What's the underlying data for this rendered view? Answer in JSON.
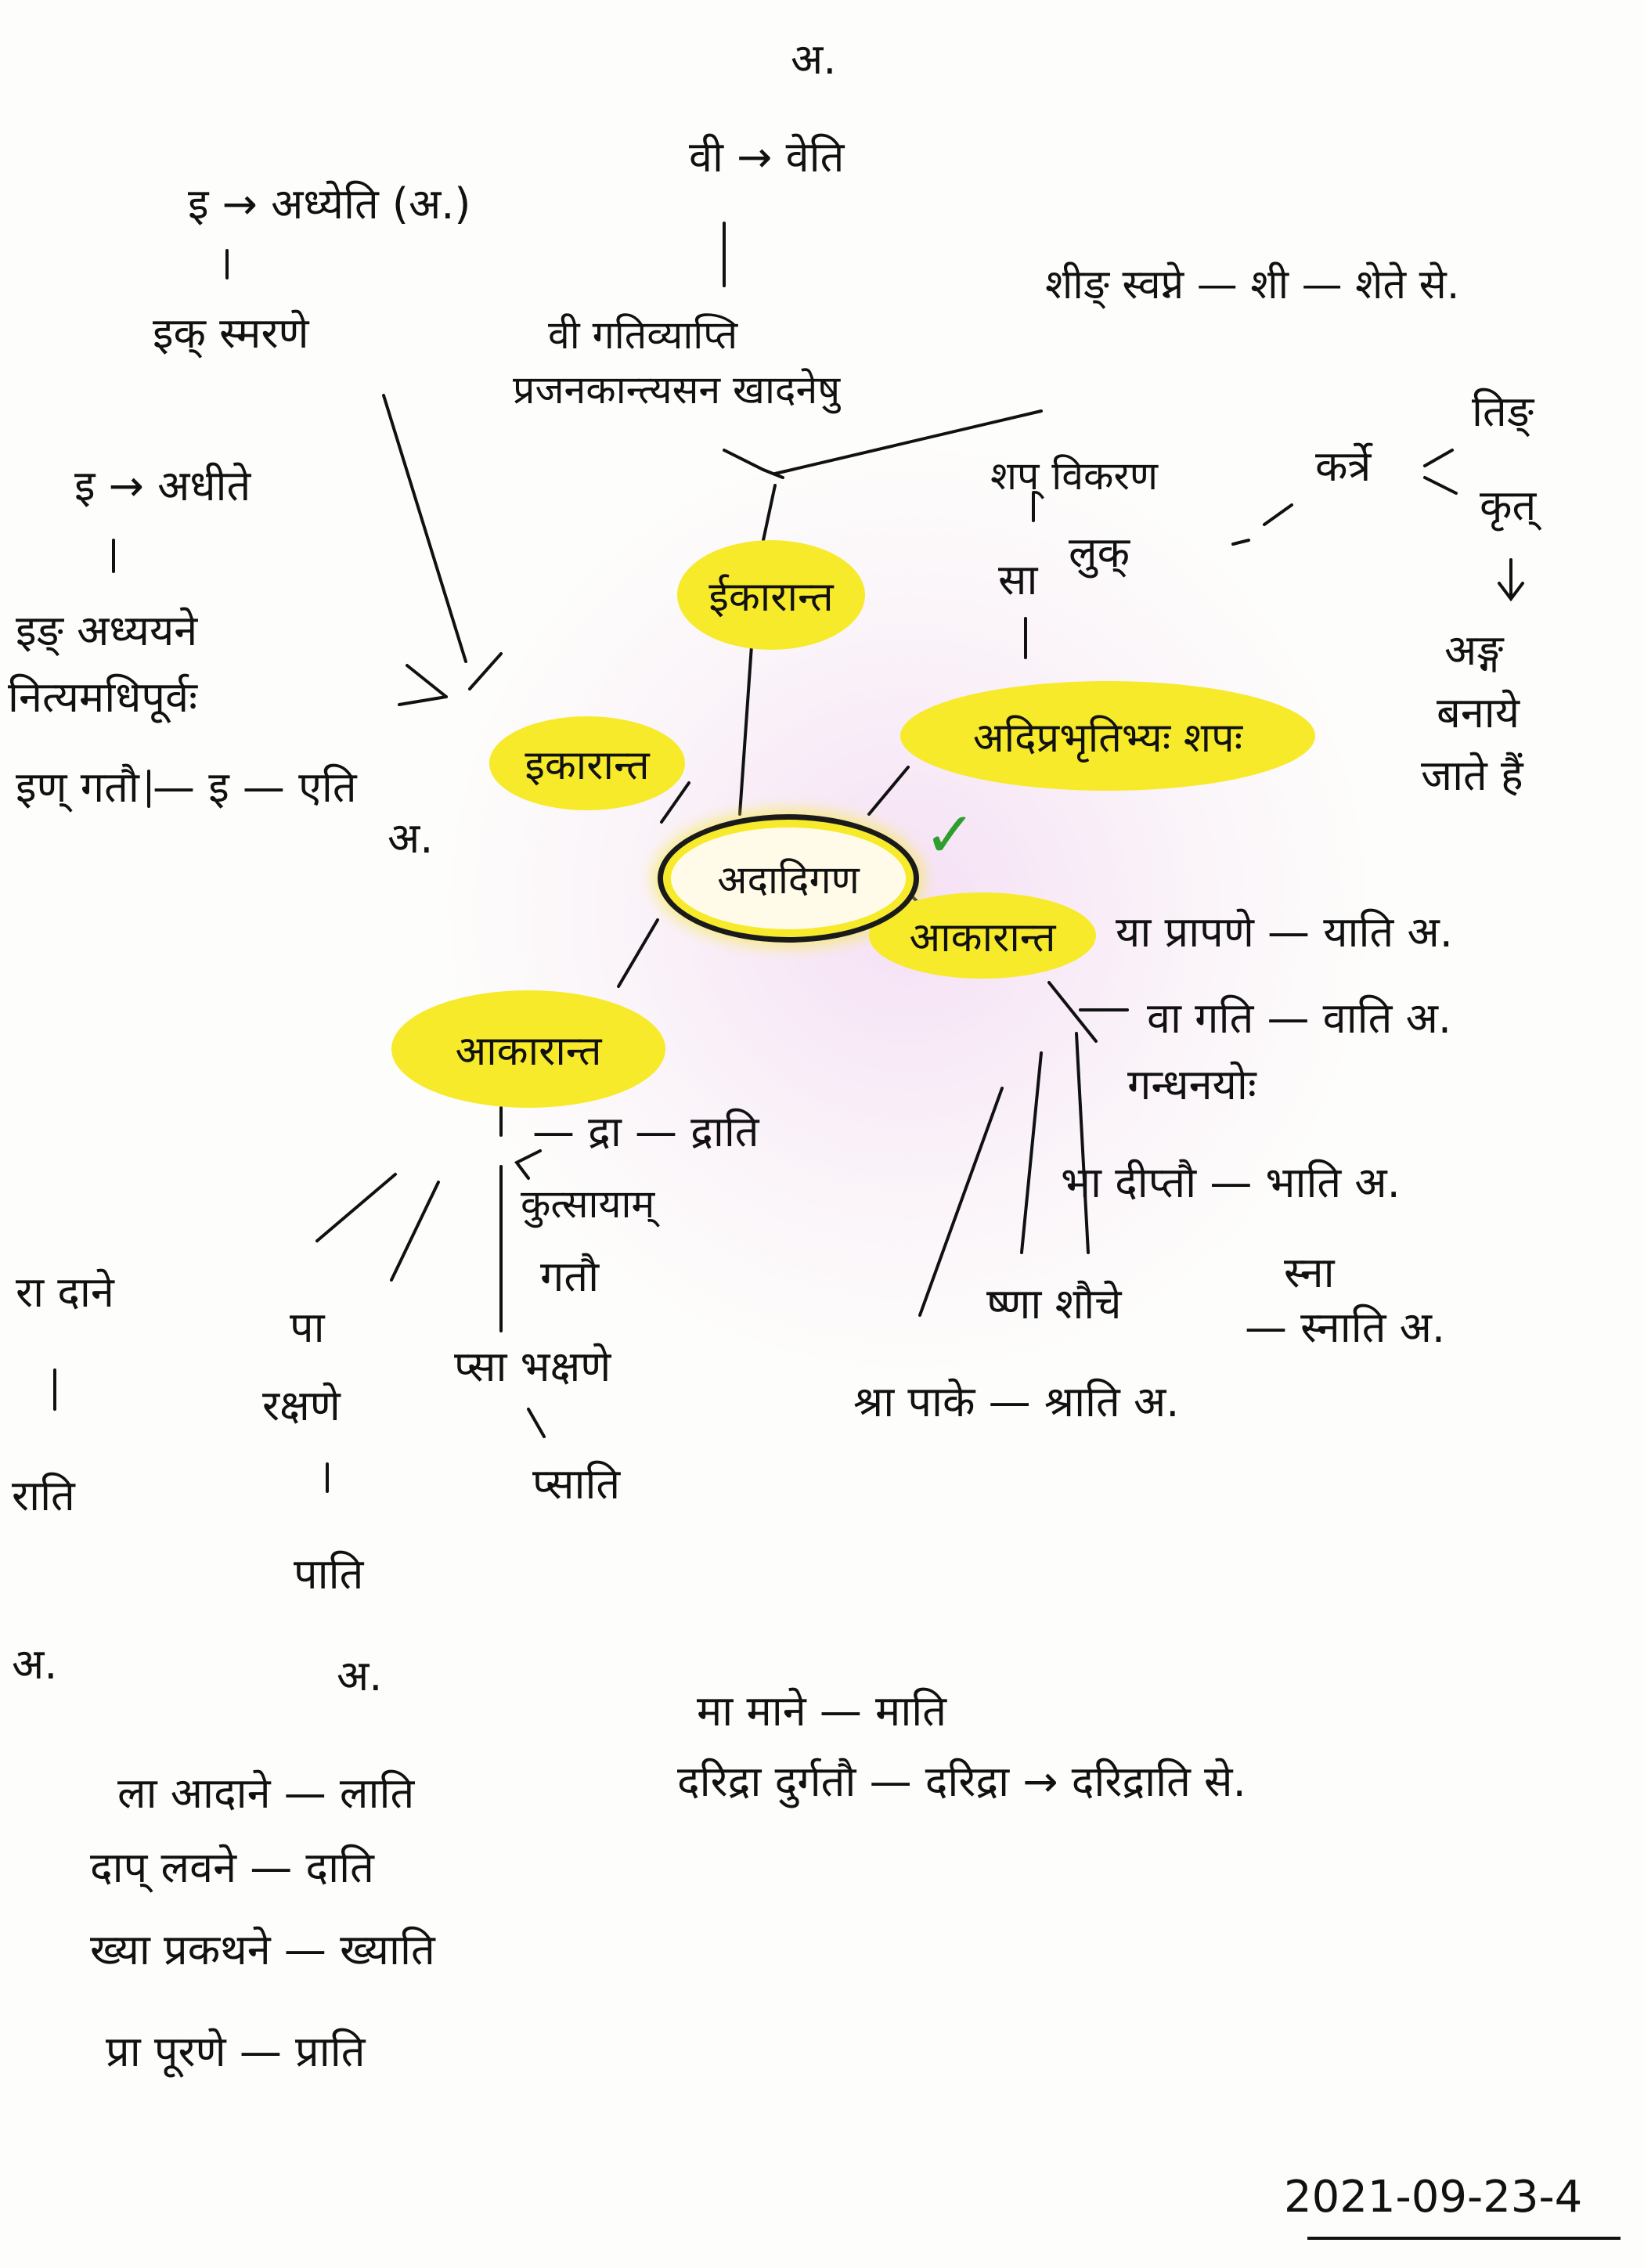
{
  "center": "अदादिगण",
  "hubs": {
    "ikarant_long": "ईकारान्त",
    "ikarant_short": "इकारान्त",
    "adiprabhriti": "अदिप्रभृतिभ्यः शपः",
    "akarant_right": "आकारान्त",
    "akarant_left": "आकारान्त"
  },
  "top": {
    "a_top": "अ.",
    "vi_veti": "वी → वेति",
    "vi_gati": "वी गतिव्याप्ति",
    "prajana": "प्रजनकान्त्यसन खादनेषु",
    "shing": "शीङ् स्वप्ने — शी — शेते से.",
    "i_adhyeti": "इ → अध्येति (अ.)",
    "ik_smarane": "इक् स्मरणे"
  },
  "left": {
    "i_adhite": "इ → अधीते",
    "ing": "इङ् अध्ययने",
    "nitya": "नित्यमधिपूर्वः",
    "in_gatau": "इण् गतौ — इ — एति",
    "a_in": "अ."
  },
  "right": {
    "shap": "शप् विकरण",
    "kartri": "कर्त्रे",
    "ting": "तिङ्",
    "krit": "कृत्",
    "sa": "सा",
    "luk": "लुक्",
    "anga": "अङ्ग",
    "banaye": "बनाये",
    "jate": "जाते हैं"
  },
  "akarant_right_items": {
    "ya": "या प्रापणे — याति अ.",
    "va": "वा गति — वाति अ.",
    "gandhana": "गन्धनयोः",
    "bha": "भा दीप्तौ — भाति अ.",
    "shna": "ष्णा शौचे",
    "sna": "स्ना",
    "snati": "— स्नाति अ.",
    "shra": "श्रा पाके — श्राति अ."
  },
  "akarant_left_items": {
    "dra": "— द्रा — द्राति",
    "kutsa": "कुत्सायाम्",
    "gatau": "गतौ",
    "psa": "प्सा भक्षणे",
    "psati": "प्साति",
    "ra": "रा दाने",
    "rati": "राति",
    "pa": "पा",
    "rakshane": "रक्षणे",
    "pati": "पाति",
    "a1": "अ.",
    "a2": "अ."
  },
  "bottom": {
    "ma": "मा माने — माति",
    "daridra": "दरिद्रा दुर्गतौ — दरिद्रा → दरिद्राति से.",
    "la": "ला आदाने — लाति",
    "dap": "दाप् लवने — दाति",
    "khya": "ख्या प्रकथने — ख्याति",
    "pra": "प्रा पूरणे — प्राति"
  },
  "date": "2021-09-23-4",
  "colors": {
    "highlight": "#f6ea2a",
    "ink": "#111111",
    "tick": "#2e9e2e"
  }
}
